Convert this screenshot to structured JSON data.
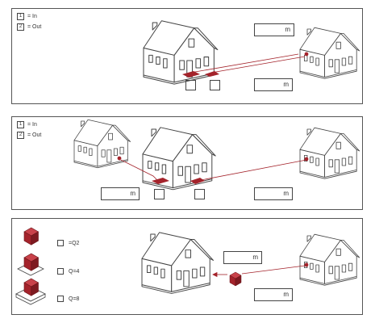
{
  "legend": {
    "in_num": "1",
    "in_label": "= In",
    "out_num": "2",
    "out_label": "= Out"
  },
  "unit": "m",
  "q_labels": [
    "=Q2",
    "Q=4",
    "Q=8"
  ],
  "colors": {
    "accent": "#a4232b",
    "line": "#444444"
  }
}
